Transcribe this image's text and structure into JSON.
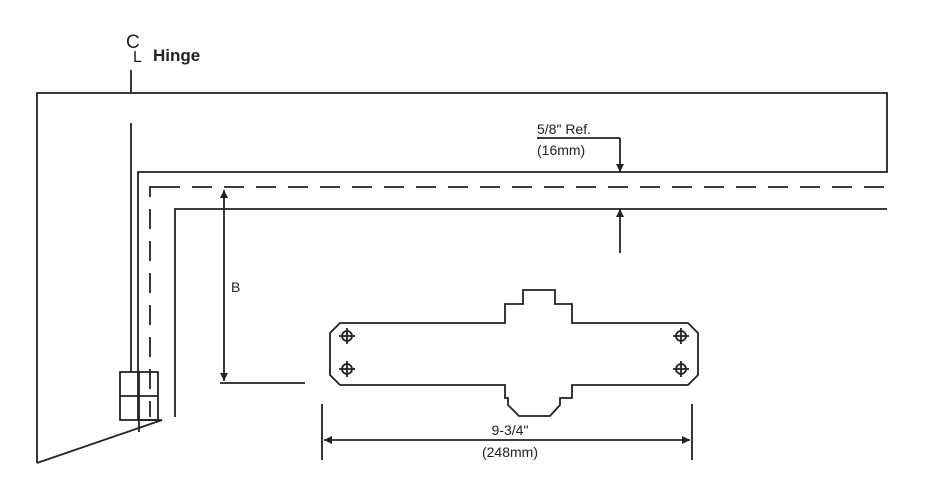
{
  "hinge_marker": {
    "c": "C",
    "l": "L",
    "label": "Hinge"
  },
  "labels": {
    "ref_top": "5/8\" Ref.",
    "ref_bottom": "(16mm)",
    "b": "B",
    "width_top": "9-3/4\"",
    "width_bottom": "(248mm)"
  },
  "colors": {
    "stroke": "#222222",
    "background": "#ffffff"
  }
}
